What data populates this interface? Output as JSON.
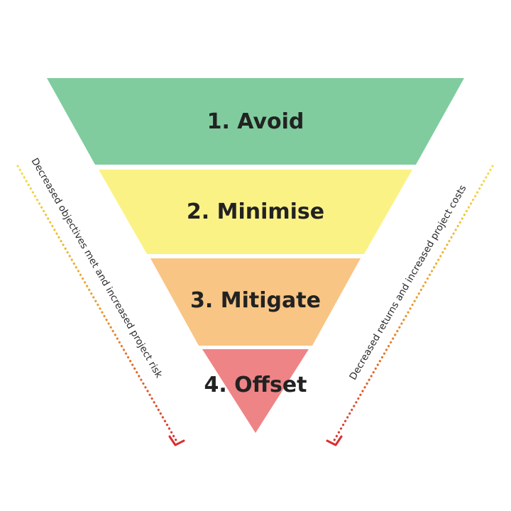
{
  "tiers": [
    {
      "label": "1. Avoid",
      "color": "#80CC9E"
    },
    {
      "label": "2. Minimise",
      "color": "#FBF286"
    },
    {
      "label": "3. Mitigate",
      "color": "#F8C584"
    },
    {
      "label": "4. Offset",
      "color": "#EE8486"
    }
  ],
  "left_arrow": {
    "label": "Decreased objectives met and increased project risk",
    "gradient_colors": [
      "#F2DE45",
      "#EC9A2A",
      "#D92E2E"
    ]
  },
  "right_arrow": {
    "label": "Decreased returns and increased project costs",
    "gradient_colors": [
      "#F2DE45",
      "#EC9A2A",
      "#D92E2E"
    ]
  }
}
